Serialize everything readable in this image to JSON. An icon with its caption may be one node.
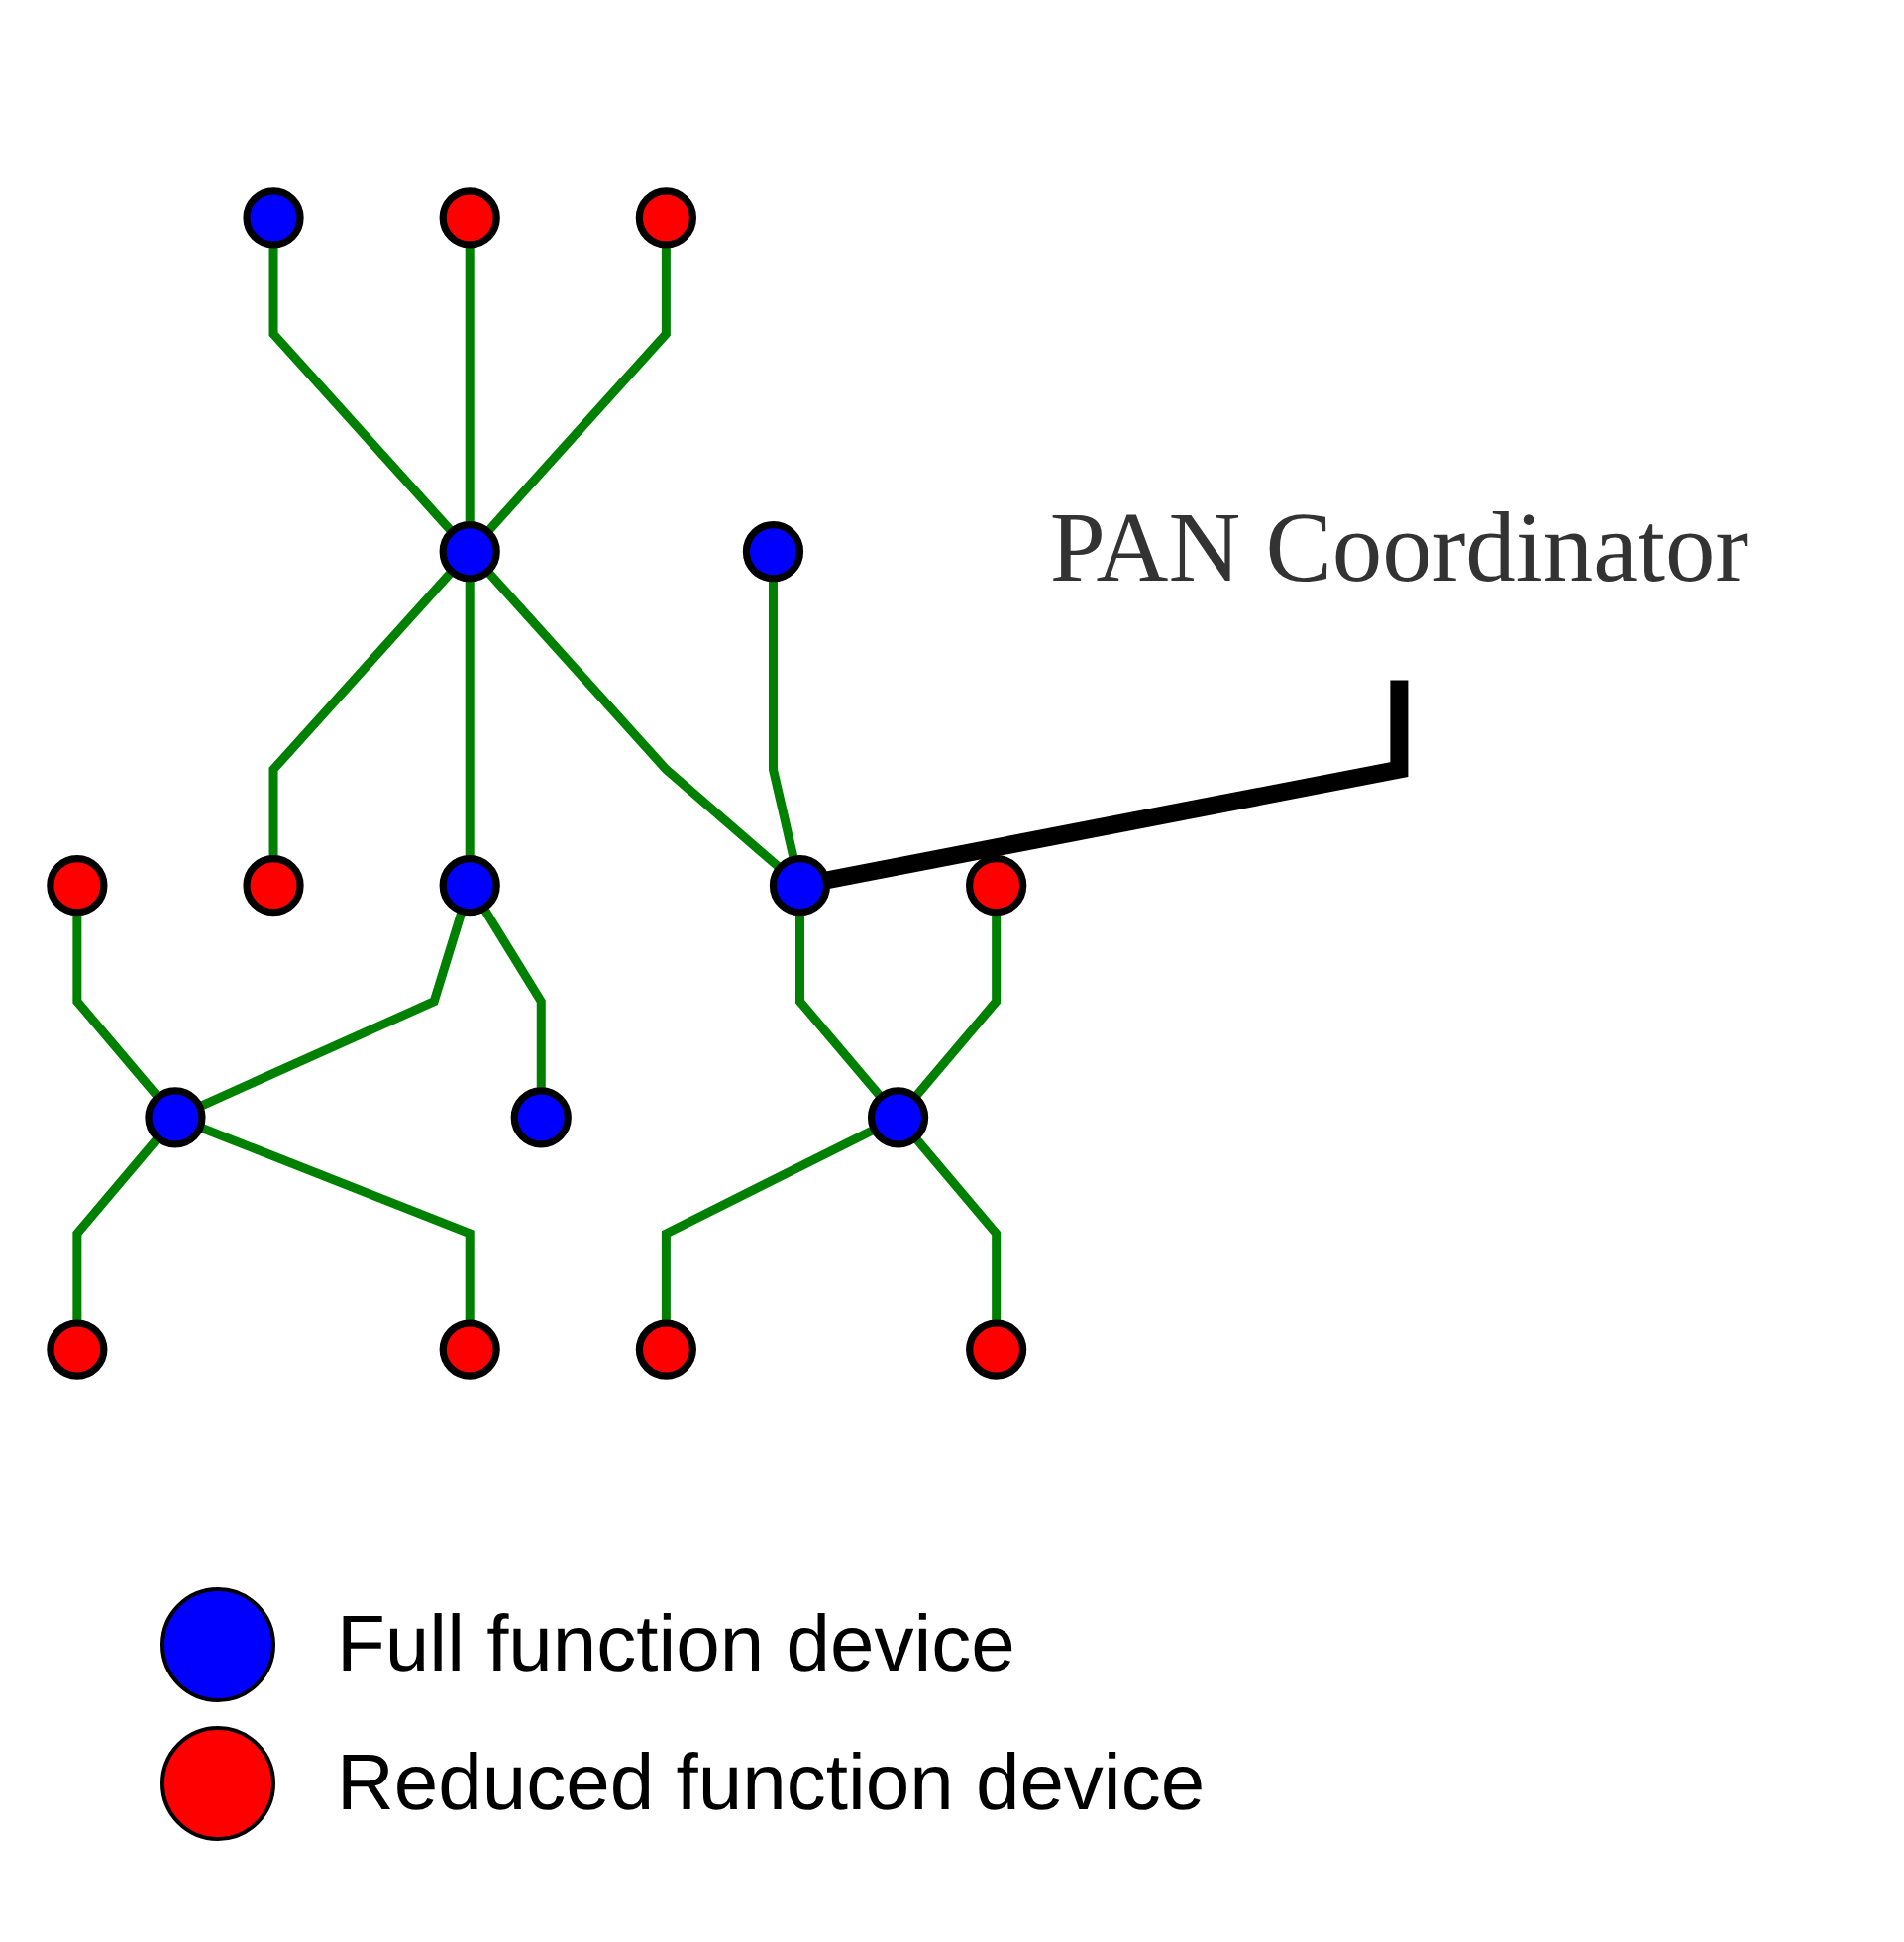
{
  "diagram": {
    "nodes": [
      {
        "text": [],
        "shape": "circle"
      },
      {
        "text": [],
        "shape": "circle"
      },
      {
        "text": [],
        "shape": "circle"
      },
      {
        "text": [],
        "shape": "circle"
      },
      {
        "text": [],
        "shape": "circle"
      },
      {
        "text": [],
        "shape": "circle"
      },
      {
        "text": [],
        "shape": "circle"
      },
      {
        "text": [],
        "shape": "circle"
      },
      {
        "text": [],
        "shape": "circle"
      },
      {
        "text": [],
        "shape": "circle"
      },
      {
        "text": [],
        "shape": "circle"
      },
      {
        "text": [],
        "shape": "circle"
      },
      {
        "text": [],
        "shape": "circle"
      },
      {
        "text": [],
        "shape": "circle"
      },
      {
        "text": [],
        "shape": "circle"
      },
      {
        "text": [],
        "shape": "circle"
      },
      {
        "text": [
          "PAN Coordinator"
        ]
      },
      {
        "text": [],
        "shape": "circle"
      }
    ],
    "edges": [
      {
        "from": 1,
        "to": 5,
        "arrow": "none"
      },
      {
        "from": 3,
        "to": 5,
        "arrow": "none"
      },
      {
        "from": 7,
        "to": 5,
        "arrow": "none"
      },
      {
        "from": 5,
        "to": 9,
        "arrow": "none"
      },
      {
        "from": 5,
        "to": 8,
        "arrow": "none"
      },
      {
        "from": 5,
        "to": 11,
        "arrow": "none"
      },
      {
        "from": 8,
        "to": 2,
        "arrow": "none"
      },
      {
        "from": 4,
        "to": 2,
        "arrow": "none"
      },
      {
        "from": 2,
        "to": 0,
        "arrow": "none"
      },
      {
        "from": 2,
        "to": 6,
        "arrow": "none"
      },
      {
        "from": 8,
        "to": 12,
        "arrow": "none"
      },
      {
        "from": 10,
        "to": 11,
        "arrow": "none"
      },
      {
        "from": 11,
        "to": 14,
        "arrow": "none"
      },
      {
        "from": 15,
        "to": 14,
        "arrow": "none"
      },
      {
        "from": 14,
        "to": 13,
        "arrow": "none"
      },
      {
        "from": 14,
        "to": 17,
        "arrow": "none"
      },
      {
        "from": 16,
        "to": 11,
        "arrow": "none",
        "style": "thick",
        "color": "#000000"
      }
    ],
    "legend": [
      {
        "text": "Full function device",
        "color": "#0000ff"
      },
      {
        "text": "Reduced function device",
        "color": "#ff0000"
      }
    ]
  }
}
